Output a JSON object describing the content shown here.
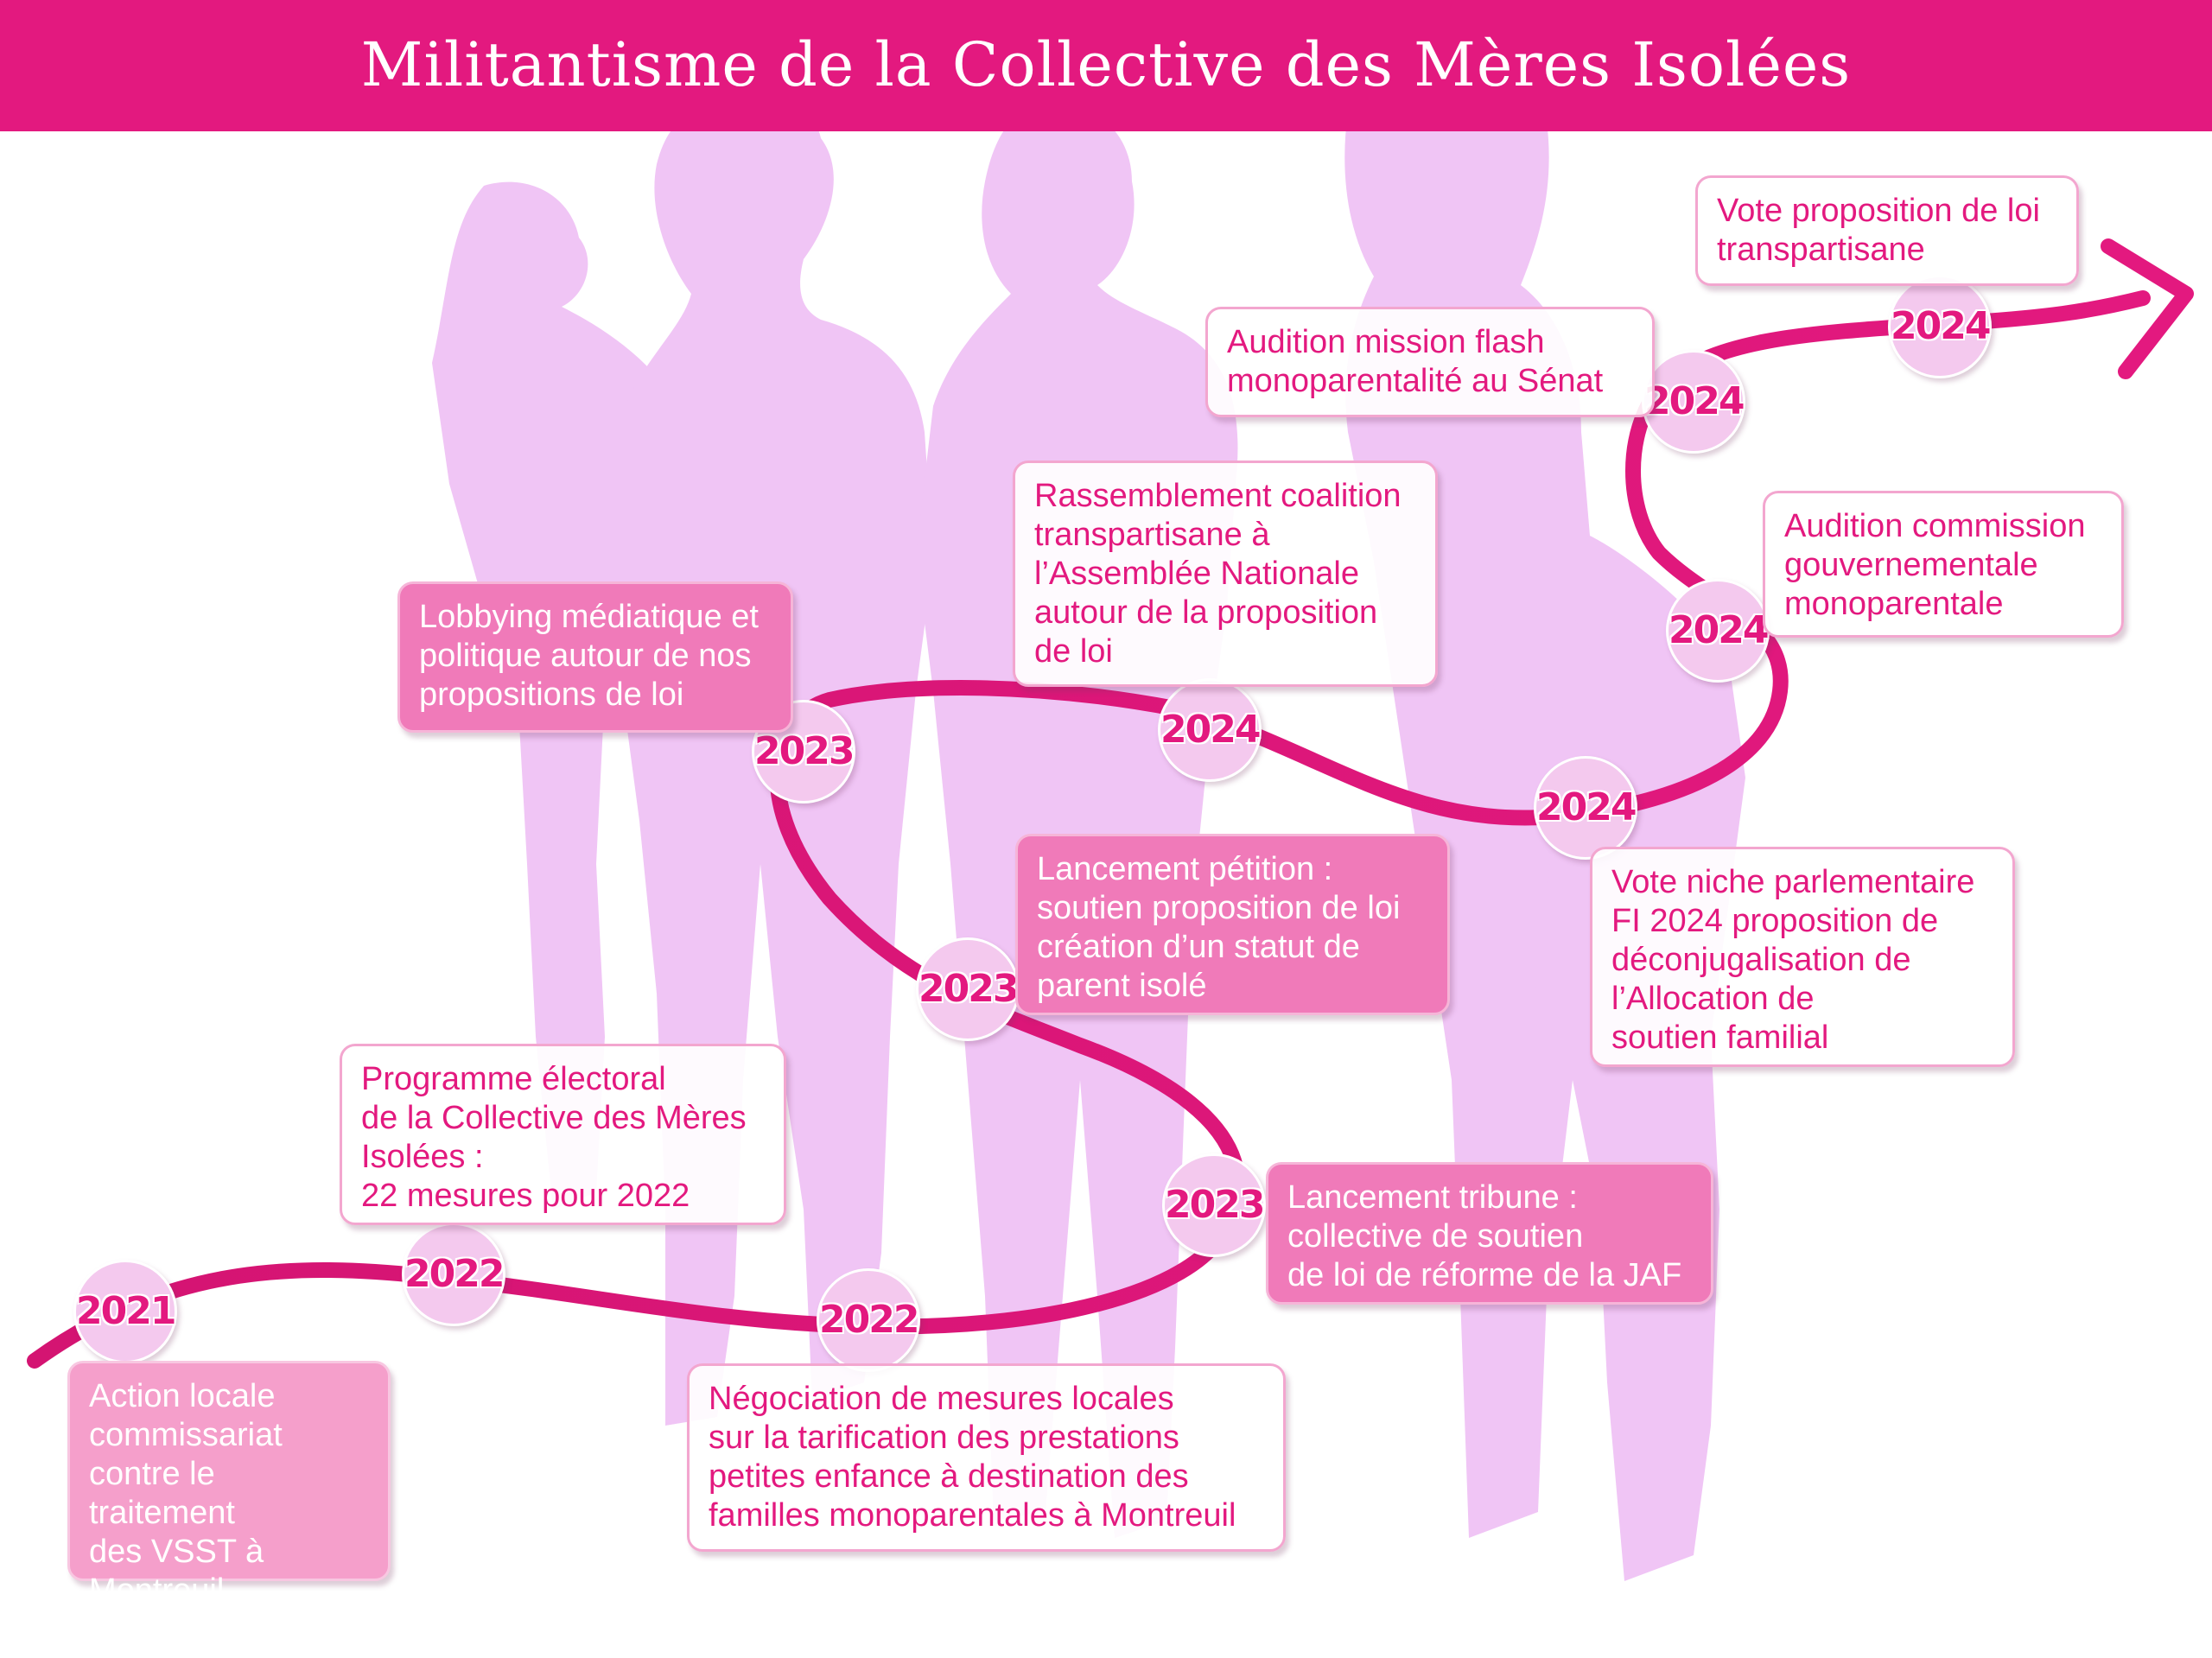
{
  "header": {
    "title": "Militantisme de la Collective des Mères Isolées",
    "bar_color": "#e3197f"
  },
  "colors": {
    "accent": "#e3197f",
    "silhouette": "#f0c5f5",
    "box_pink": "#f07ab9",
    "box_white": "#ffffff"
  },
  "years": [
    "2021",
    "2022",
    "2022",
    "2023",
    "2023",
    "2023",
    "2024",
    "2024",
    "2024",
    "2024",
    "2024"
  ],
  "events": [
    {
      "year": "2021",
      "text": "Action locale\ncommissariat\ncontre le traitement\ndes VSST à\nMontreuil"
    },
    {
      "year": "2022",
      "text": "Programme électoral\nde la Collective des Mères\nIsolées :\n22 mesures pour 2022"
    },
    {
      "year": "2022",
      "text": "Négociation de mesures locales\nsur la tarification des prestations\npetites enfance à destination des\nfamilles monoparentales à Montreuil"
    },
    {
      "year": "2023",
      "text": "Lancement tribune :\ncollective de soutien\nde loi de réforme de la JAF"
    },
    {
      "year": "2023",
      "text": "Lancement pétition :\nsoutien proposition de loi\ncréation d’un statut de\nparent isolé"
    },
    {
      "year": "2023",
      "text": "Lobbying médiatique et\npolitique autour de nos\npropositions de loi"
    },
    {
      "year": "2024",
      "text": "Rassemblement coalition\ntranspartisane à\nl’Assemblée Nationale\nautour de la proposition\nde loi"
    },
    {
      "year": "2024",
      "text": "Vote niche parlementaire\nFI 2024 proposition de\ndéconjugalisation de\nl’Allocation de\nsoutien familial"
    },
    {
      "year": "2024",
      "text": "Audition commission\ngouvernementale\nmonoparentale"
    },
    {
      "year": "2024",
      "text": "Audition mission flash\nmonoparentalité au Sénat"
    },
    {
      "year": "2024",
      "text": "Vote proposition de loi\ntranspartisane"
    }
  ]
}
